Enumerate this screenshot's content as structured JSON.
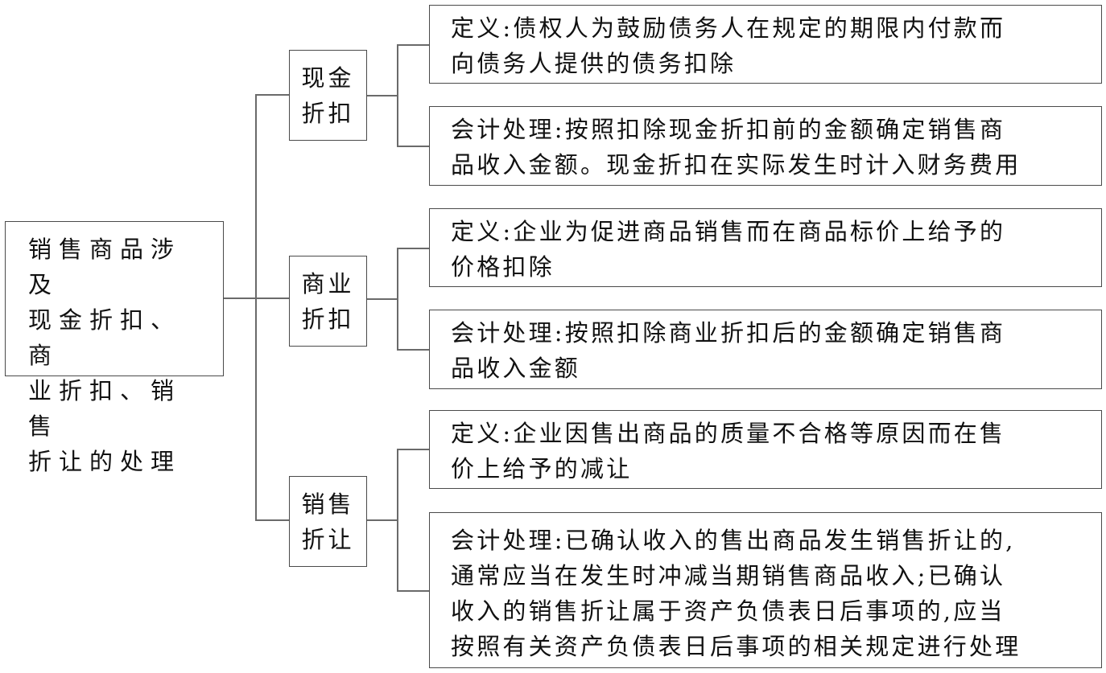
{
  "root": {
    "lines": [
      "销售商品涉及",
      "现金折扣、商",
      "业折扣、销售",
      "折让的处理"
    ]
  },
  "categories": [
    {
      "lines": [
        "现金",
        "折扣"
      ],
      "details": [
        {
          "lines": [
            "定义:债权人为鼓励债务人在规定的期限内付款而",
            "向债务人提供的债务扣除"
          ]
        },
        {
          "lines": [
            "会计处理:按照扣除现金折扣前的金额确定销售商",
            "品收入金额。现金折扣在实际发生时计入财务费用"
          ]
        }
      ]
    },
    {
      "lines": [
        "商业",
        "折扣"
      ],
      "details": [
        {
          "lines": [
            "定义:企业为促进商品销售而在商品标价上给予的",
            "价格扣除"
          ]
        },
        {
          "lines": [
            "会计处理:按照扣除商业折扣后的金额确定销售商",
            "品收入金额"
          ]
        }
      ]
    },
    {
      "lines": [
        "销售",
        "折让"
      ],
      "details": [
        {
          "lines": [
            "定义:企业因售出商品的质量不合格等原因而在售",
            "价上给予的减让"
          ]
        },
        {
          "lines": [
            "会计处理:已确认收入的售出商品发生销售折让的,",
            "通常应当在发生时冲减当期销售商品收入;已确认",
            "收入的销售折让属于资产负债表日后事项的,应当",
            "按照有关资产负债表日后事项的相关规定进行处理"
          ]
        }
      ]
    }
  ]
}
